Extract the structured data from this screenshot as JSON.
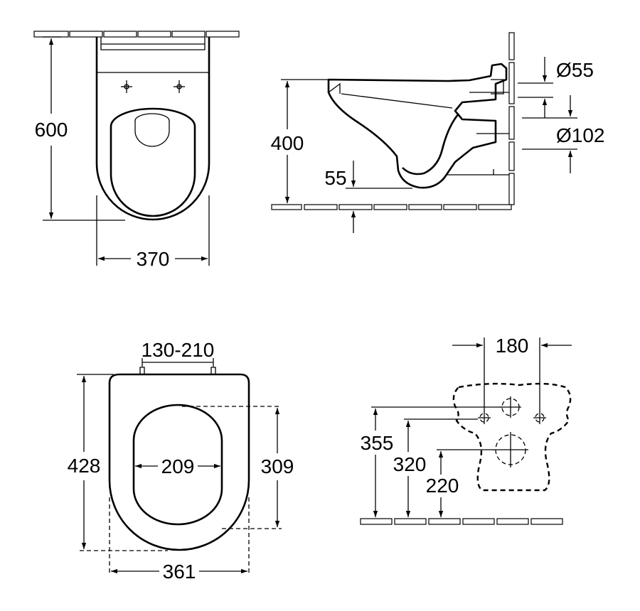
{
  "views": {
    "top": {
      "height": "600",
      "width": "370"
    },
    "side": {
      "height": "400",
      "floor_offset": "55",
      "inlet": "Ø55",
      "outlet": "Ø102"
    },
    "seat": {
      "hinge_spacing": "130-210",
      "length": "428",
      "opening_width": "209",
      "opening_length": "309",
      "width": "361"
    },
    "wall": {
      "bolt_spacing": "180",
      "height_top": "355",
      "height_middle": "320",
      "height_bottom": "220"
    }
  }
}
